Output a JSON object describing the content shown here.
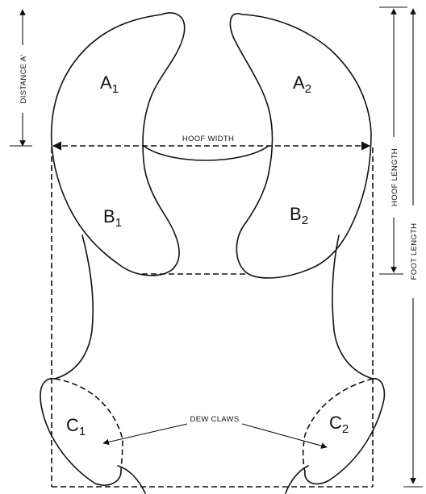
{
  "regions": {
    "a1": {
      "letter": "A",
      "sub": "1"
    },
    "a2": {
      "letter": "A",
      "sub": "2"
    },
    "b1": {
      "letter": "B",
      "sub": "1"
    },
    "b2": {
      "letter": "B",
      "sub": "2"
    },
    "c1": {
      "letter": "C",
      "sub": "1"
    },
    "c2": {
      "letter": "C",
      "sub": "2"
    }
  },
  "dimensions": {
    "hoof_width": "HOOF WIDTH",
    "distance_a": "DISTANCE A'",
    "hoof_length": "HOOF LENGTH",
    "foot_length": "FOOT LENGTH"
  },
  "annotations": {
    "dew_claws": "DEW CLAWS"
  },
  "colors": {
    "ink": "#111111",
    "background": "#ffffff"
  }
}
